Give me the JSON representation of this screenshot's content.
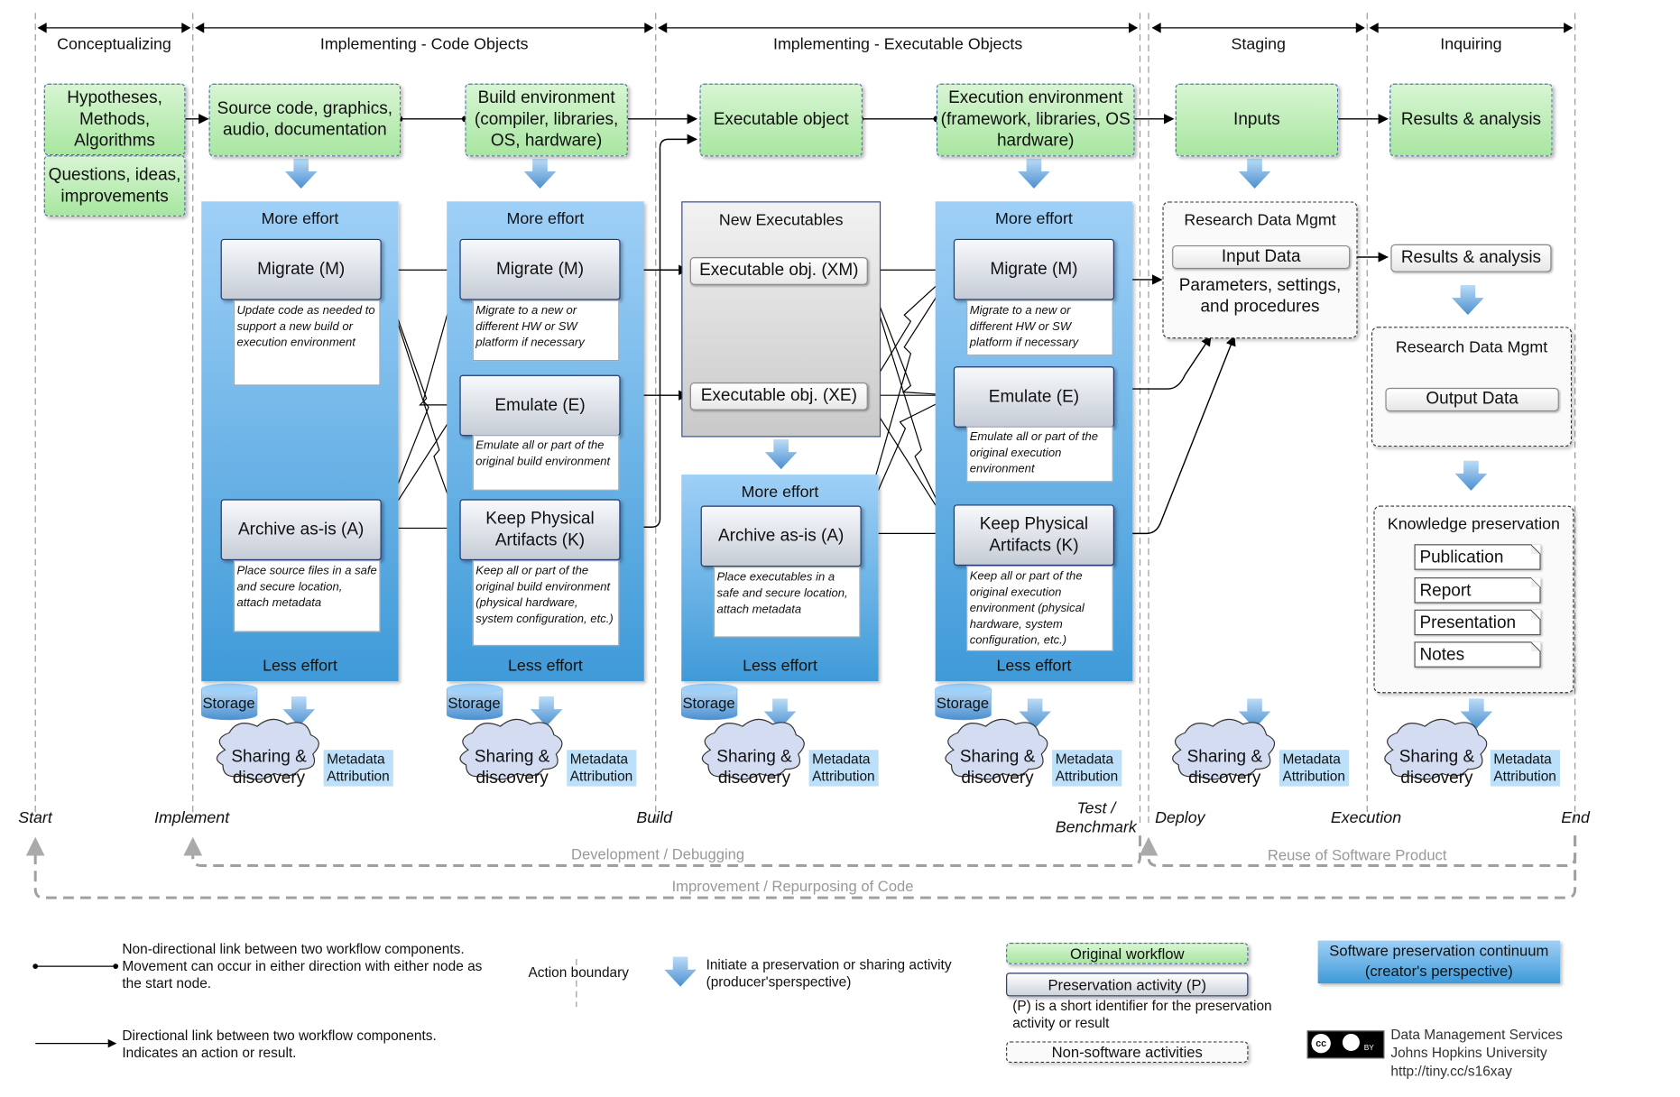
{
  "phases": [
    "Conceptualizing",
    "Implementing - Code Objects",
    "Implementing - Executable Objects",
    "Staging",
    "Inquiring"
  ],
  "top": {
    "hyp": "Hypotheses, Methods, Algorithms",
    "questions": "Questions, ideas, improvements",
    "source": "Source code, graphics, audio, documentation",
    "build": "Build environment (compiler, libraries, OS, hardware)",
    "exe": "Executable object",
    "exec_env": "Execution environment (framework, libraries, OS hardware)",
    "inputs": "Inputs",
    "results": "Results & analysis"
  },
  "effort": {
    "more": "More effort",
    "less": "Less effort"
  },
  "col1": {
    "migrate": "Migrate (M)",
    "migrate_desc": "Update code as needed to support a new build or execution environment",
    "archive": "Archive as-is (A)",
    "archive_desc": "Place source files in a safe and secure location, attach metadata"
  },
  "col2": {
    "migrate": "Migrate (M)",
    "migrate_desc": "Migrate to a new or different HW or SW platform if necessary",
    "emulate": "Emulate (E)",
    "emulate_desc": "Emulate all or part of the original build environment",
    "keep": "Keep Physical Artifacts (K)",
    "keep_desc": "Keep all or part of the original build environment (physical hardware, system configuration, etc.)"
  },
  "col3": {
    "title": "New Executables",
    "xm": "Executable obj. (XM)",
    "xe": "Executable obj. (XE)",
    "archive": "Archive as-is (A)",
    "archive_desc": "Place executables in a safe and secure location, attach metadata"
  },
  "col4": {
    "migrate": "Migrate (M)",
    "migrate_desc": "Migrate to a new or different HW or SW platform if necessary",
    "emulate": "Emulate (E)",
    "emulate_desc": "Emulate all or part of the original execution environment",
    "keep": "Keep Physical Artifacts (K)",
    "keep_desc": "Keep all or part of the original execution environment (physical hardware, system configuration, etc.)"
  },
  "staging": {
    "title": "Research Data Mgmt",
    "input": "Input Data",
    "params": "Parameters, settings, and procedures"
  },
  "inquiring": {
    "results": "Results & analysis",
    "rdm_title": "Research Data Mgmt",
    "output": "Output Data",
    "kp_title": "Knowledge preservation",
    "docs": [
      "Publication",
      "Report",
      "Presentation",
      "Notes"
    ]
  },
  "storage": "Storage",
  "sharing": "Sharing & discovery",
  "metadata": "Metadata",
  "attribution": "Attribution",
  "milestones": {
    "start": "Start",
    "implement": "Implement",
    "build": "Build",
    "test1": "Test /",
    "test2": "Benchmark",
    "deploy": "Deploy",
    "execution": "Execution",
    "end": "End"
  },
  "loops": {
    "dev": "Development / Debugging",
    "reuse": "Reuse of Software Product",
    "improve": "Improvement / Repurposing of Code"
  },
  "legend": {
    "nondirectional": "Non-directional link between two workflow components. Movement can occur in either direction with either node as the start node.",
    "directional": "Directional link between two workflow components. Indicates an action or result.",
    "action_boundary": "Action boundary",
    "initiate": "Initiate a preservation or sharing activity (producer'sperspective)",
    "original": "Original workflow",
    "pres_activity": "Preservation activity (P)",
    "p_note": "(P) is a short identifier for the preservation activity or result",
    "nonsoftware": "Non-software activities",
    "continuum": "Software preservation continuum (creator's perspective)",
    "credit1": "Data Management Services",
    "credit2": "Johns Hopkins University",
    "credit3": "http://tiny.cc/s16xay",
    "cc": "cc",
    "by": "BY"
  },
  "colors": {
    "green_top": "#d8f5d3",
    "green_bottom": "#a8e6a0",
    "blue_top": "#9fd0f7",
    "blue_bottom": "#3f9ad8",
    "arrow": "#5b9ad8",
    "dash": "#a0a0a0"
  }
}
